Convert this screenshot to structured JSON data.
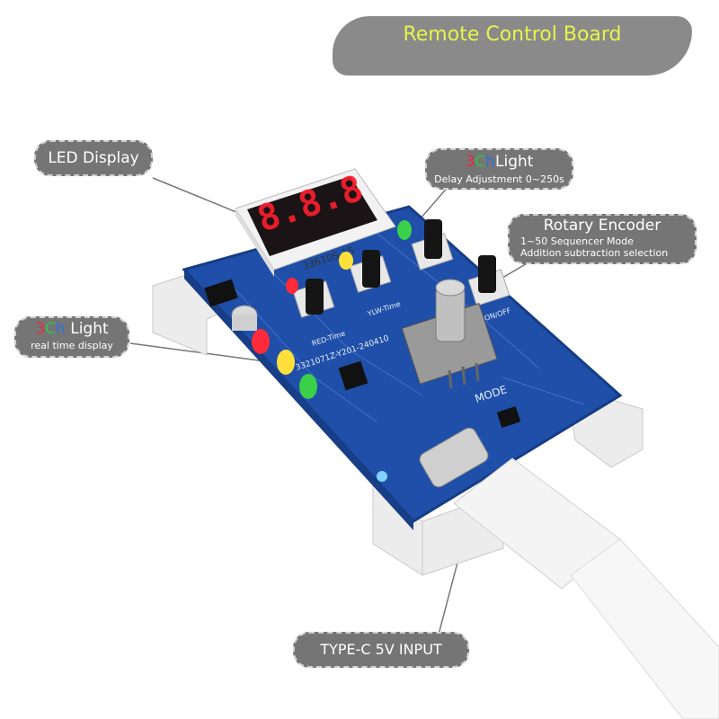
{
  "banner": {
    "title": "Remote Control Board"
  },
  "callouts": {
    "led_display": "LED Display",
    "light_delay": {
      "prefix_3": "3",
      "prefix_C": "C",
      "prefix_h": "h",
      "title": "Light",
      "subtitle": "Delay Adjustment 0~250s"
    },
    "rotary_encoder": {
      "title": "Rotary Encoder",
      "line1": "1~50 Sequencer Mode",
      "line2": "Addition  subtraction selection"
    },
    "light_realtime": {
      "prefix_3": "3",
      "prefix_C": "C",
      "prefix_h": "h",
      "title": " Light",
      "subtitle": "real time display"
    },
    "type_c": "TYPE-C 5V  INPUT"
  },
  "board": {
    "display_digits": "8.8.8",
    "display_part": "33610S-15",
    "silk_red_time": "RED-Time",
    "silk_ylw_time": "YLW-Time",
    "silk_onoff": "ON/OFF",
    "silk_mode": "MODE",
    "silk_model": "3321071Z-Y201-240410"
  },
  "colors": {
    "banner": "#8a8a8a",
    "banner_text": "#e6f54a",
    "callout_bg": "#757575",
    "pcb": "#1f4fa8",
    "led_red": "#ff2a3a",
    "led_yellow": "#ffe03a",
    "led_green": "#3ad04a"
  }
}
